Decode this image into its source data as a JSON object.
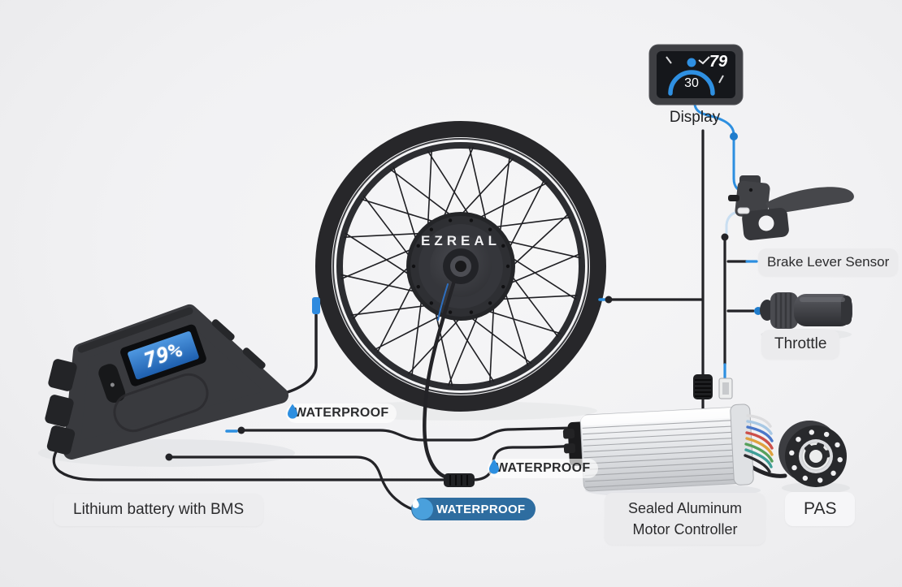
{
  "colors": {
    "background": "#f1f1f3",
    "accent_blue": "#2d8fe0",
    "wire": "#232327",
    "waterproof_pill_blue": "#2e6da0",
    "waterproof_circle_blue": "#4aa0dc",
    "battery_screen_blue": "#2f74c4"
  },
  "icons": {
    "water_drop": "drop-shape"
  },
  "wheel": {
    "hub_brand": "EZREAL"
  },
  "display": {
    "label": "Display",
    "speed": "30",
    "battery_level": "79"
  },
  "battery": {
    "label": "Lithium battery with BMS",
    "charge": "79%"
  },
  "brake_lever": {
    "label": "Brake Lever Sensor"
  },
  "throttle": {
    "label": "Throttle"
  },
  "pas": {
    "label": "PAS"
  },
  "controller": {
    "label_line1": "Sealed Aluminum",
    "label_line2": "Motor Controller"
  },
  "waterproof_tags": {
    "wheel": "WATERPROOF",
    "controller": "WATERPROOF",
    "battery": "WATERPROOF"
  }
}
